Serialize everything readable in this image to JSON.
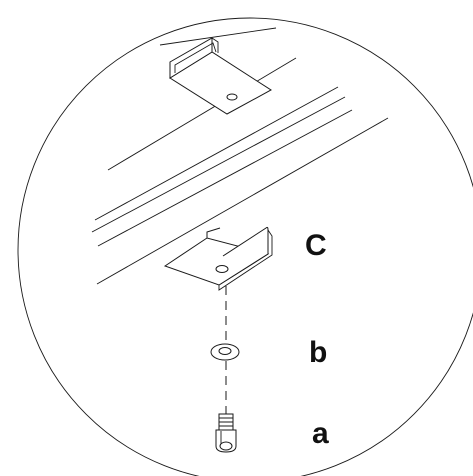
{
  "labels": {
    "c": "C",
    "b": "b",
    "a": "a"
  },
  "colors": {
    "line": "#1a1a1a",
    "background": "#ffffff",
    "text": "#111111"
  }
}
